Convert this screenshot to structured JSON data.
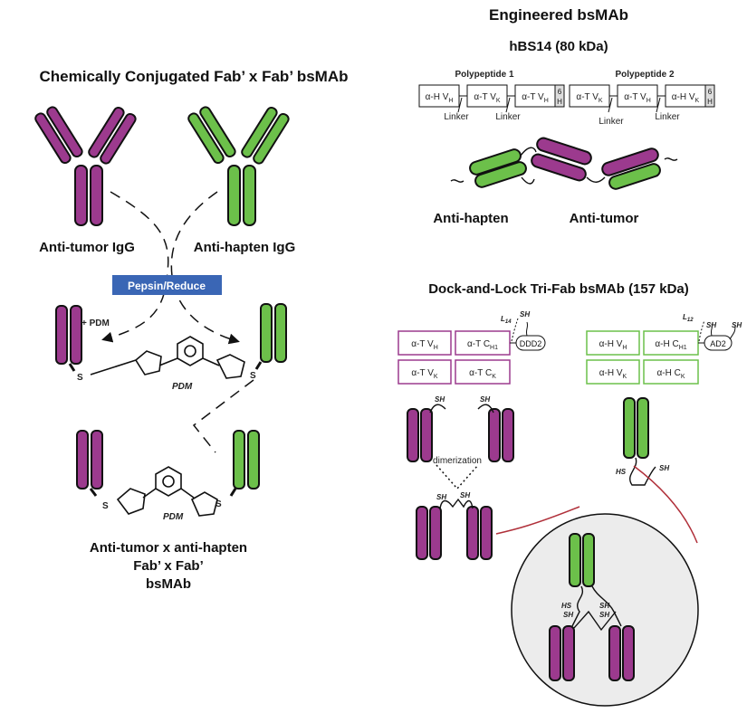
{
  "colors": {
    "magenta": "#9c3a8e",
    "green": "#6cc04a",
    "outline": "#111111",
    "pepsin_box": "#3a66b5",
    "red_line": "#b0303a",
    "oval_fill": "#ececec"
  },
  "left": {
    "title": "Chemically Conjugated Fab’ x Fab’ bsMAb",
    "anti_tumor_igg": "Anti-tumor IgG",
    "anti_hapten_igg": "Anti-hapten IgG",
    "pepsin_reduce": "Pepsin/Reduce",
    "plus_pdm": "+ PDM",
    "pdm": "PDM",
    "sulfur": "S",
    "product_label_line1": "Anti-tumor x anti-hapten",
    "product_label_line2": "Fab’ x Fab’",
    "product_label_line3": "bsMAb"
  },
  "right_top": {
    "title": "Engineered bsMAb",
    "subtitle": "hBS14 (80 kDa)",
    "polypeptide1": "Polypeptide 1",
    "polypeptide2": "Polypeptide 2",
    "pp1_domains": [
      "α-H V",
      "α-T V",
      "α-T V"
    ],
    "pp1_subs": [
      "H",
      "K",
      "H"
    ],
    "pp2_domains": [
      "α-T V",
      "α-T V",
      "α-H V"
    ],
    "pp2_subs": [
      "K",
      "H",
      "K"
    ],
    "his_tag_line1": "6",
    "his_tag_line2": "H",
    "linker": "Linker",
    "anti_hapten": "Anti-hapten",
    "anti_tumor": "Anti-tumor"
  },
  "right_bottom": {
    "title": "Dock-and-Lock Tri-Fab bsMAb (157 kDa)",
    "tumor_domains": [
      "α-T V",
      "α-T C",
      "α-T V",
      "α-T C"
    ],
    "tumor_subs": [
      "H",
      "H1",
      "K",
      "K"
    ],
    "hapten_domains": [
      "α-H V",
      "α-H C",
      "α-H V",
      "α-H C"
    ],
    "hapten_subs": [
      "H",
      "H1",
      "K",
      "K"
    ],
    "ddd2": "DDD2",
    "ad2": "AD2",
    "l14": "L",
    "l14_sub": "14",
    "l12": "L",
    "l12_sub": "12",
    "sh": "SH",
    "hs": "HS",
    "dimerization": "dimerization"
  }
}
